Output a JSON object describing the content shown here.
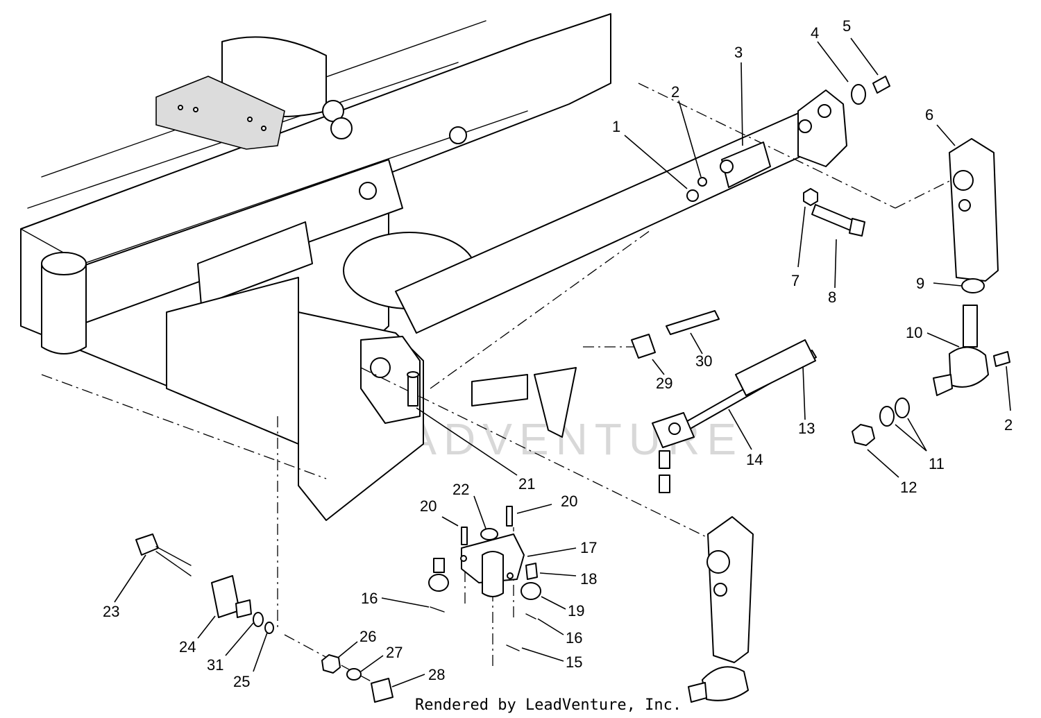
{
  "diagram": {
    "watermark": "LEADVENTURE",
    "credit": "Rendered by LeadVenture, Inc.",
    "callouts": [
      "1",
      "2",
      "3",
      "4",
      "5",
      "6",
      "7",
      "8",
      "9",
      "10",
      "2",
      "11",
      "12",
      "13",
      "14",
      "29",
      "30",
      "21",
      "22",
      "20",
      "20",
      "17",
      "18",
      "19",
      "16",
      "16",
      "15",
      "23",
      "24",
      "31",
      "25",
      "26",
      "27",
      "28"
    ]
  }
}
